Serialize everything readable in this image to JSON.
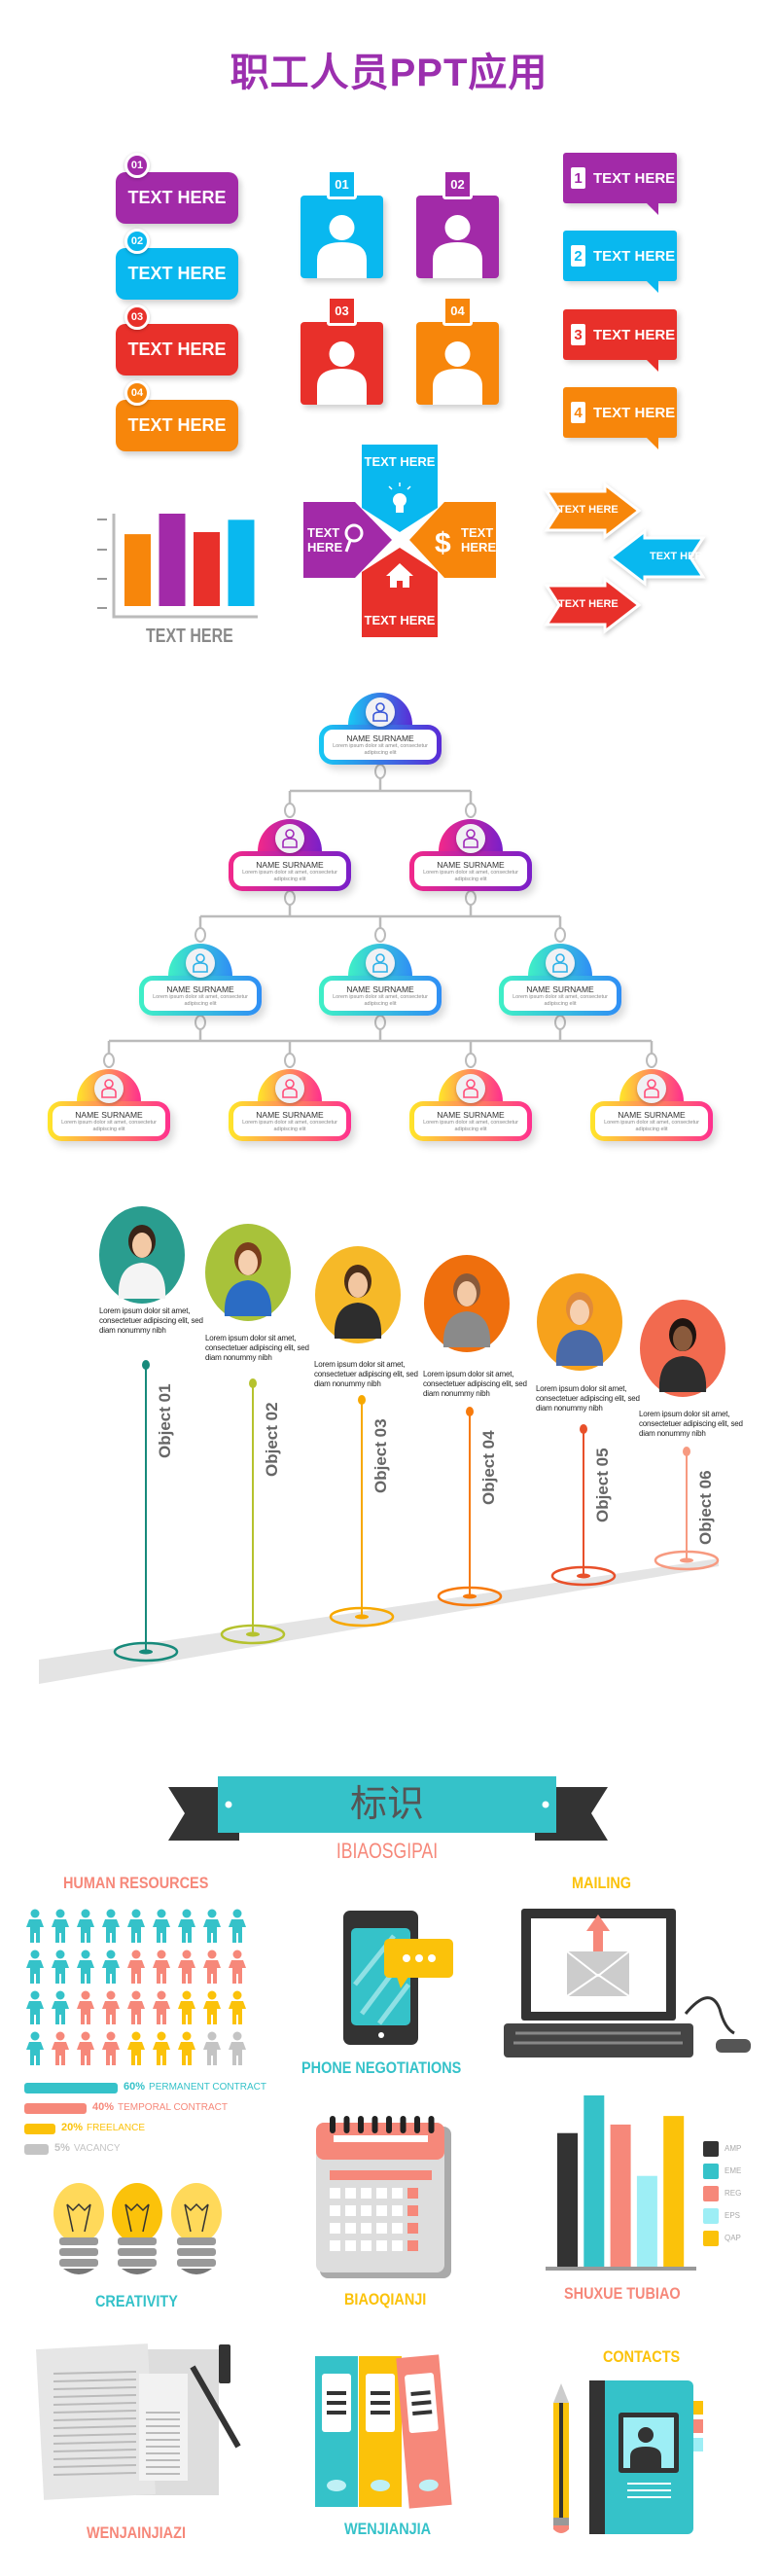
{
  "title": "职工人员PPT应用",
  "numbered_labels": [
    {
      "num": "01",
      "text": "TEXT HERE",
      "color": "#a22aa8"
    },
    {
      "num": "02",
      "text": "TEXT HERE",
      "color": "#09b8ef"
    },
    {
      "num": "03",
      "text": "TEXT HERE",
      "color": "#e8302a"
    },
    {
      "num": "04",
      "text": "TEXT HERE",
      "color": "#f7860b"
    }
  ],
  "person_cards": [
    {
      "num": "01",
      "color": "#09b8ef"
    },
    {
      "num": "02",
      "color": "#a22aa8"
    },
    {
      "num": "03",
      "color": "#e8302a"
    },
    {
      "num": "04",
      "color": "#f7860b"
    }
  ],
  "speech_bubbles": [
    {
      "num": "1",
      "text": "TEXT HERE",
      "color": "#a22aa8"
    },
    {
      "num": "2",
      "text": "TEXT HERE",
      "color": "#09b8ef"
    },
    {
      "num": "3",
      "text": "TEXT HERE",
      "color": "#e8302a"
    },
    {
      "num": "4",
      "text": "TEXT HERE",
      "color": "#f7860b"
    }
  ],
  "bar_chart": {
    "label": "TEXT HERE",
    "values": [
      70,
      90,
      72,
      84
    ],
    "colors": [
      "#f7860b",
      "#a22aa8",
      "#e8302a",
      "#09b8ef"
    ]
  },
  "compass": {
    "top": "TEXT HERE",
    "left": "TEXT HERE",
    "right": "TEXT HERE",
    "bottom": "TEXT HERE"
  },
  "arrows": [
    {
      "text": "TEXT HERE",
      "color": "#f7860b",
      "dir": "right"
    },
    {
      "text": "TEXT HERE",
      "color": "#09b8ef",
      "dir": "left"
    },
    {
      "text": "TEXT HERE",
      "color": "#e8302a",
      "dir": "right"
    }
  ],
  "org_chart": {
    "name": "NAME SURNAME",
    "desc": "Lorem ipsum dolor sit amet, consectetur adipiscing elit",
    "levels": [
      {
        "count": 1,
        "gradient": [
          "#17c9f4",
          "#5a2bd6"
        ],
        "icon": "#3a58d8"
      },
      {
        "count": 2,
        "gradient": [
          "#f2288a",
          "#7a1fc9"
        ],
        "icon": "#a02ab8"
      },
      {
        "count": 3,
        "gradient": [
          "#3ff0c6",
          "#2f8ef5"
        ],
        "icon": "#2fb2e8"
      },
      {
        "count": 4,
        "gradient": [
          "#ffe629",
          "#ff2f8e"
        ],
        "icon": "#ff4f7a"
      }
    ]
  },
  "timeline": [
    {
      "label": "Object 01",
      "text": "Lorem ipsum dolor sit amet, consectetuer adipiscing elit, sed diam nonummy nibh",
      "color": "#178a7b",
      "bg": "#2a9d8f"
    },
    {
      "label": "Object 02",
      "text": "Lorem ipsum dolor sit amet, consectetuer adipiscing elit, sed diam nonummy nibh",
      "color": "#b5c22e",
      "bg": "#a8c23a"
    },
    {
      "label": "Object 03",
      "text": "Lorem ipsum dolor sit amet, consectetuer adipiscing elit, sed diam nonummy nibh",
      "color": "#f7a800",
      "bg": "#f6b928"
    },
    {
      "label": "Object 04",
      "text": "Lorem ipsum dolor sit amet, consectetuer adipiscing elit, sed diam nonummy nibh",
      "color": "#f77a0c",
      "bg": "#ef6f0d"
    },
    {
      "label": "Object 05",
      "text": "Lorem ipsum dolor sit amet, consectetuer adipiscing elit, sed diam nonummy nibh",
      "color": "#e8502a",
      "bg": "#f7a21c"
    },
    {
      "label": "Object 06",
      "text": "Lorem ipsum dolor sit amet, consectetuer adipiscing elit, sed diam nonummy nibh",
      "color": "#f79a80",
      "bg": "#f26a4f"
    }
  ],
  "icons": {
    "banner_title": "标识",
    "banner_subtitle": "IBIAOSGIPAI",
    "human_resources": {
      "title": "HUMAN RESOURCES",
      "grid": [
        [
          "t",
          "t",
          "t",
          "t",
          "t",
          "t",
          "t",
          "t",
          "t"
        ],
        [
          "t",
          "t",
          "t",
          "t",
          "s",
          "s",
          "s",
          "s",
          "s"
        ],
        [
          "t",
          "t",
          "s",
          "s",
          "s",
          "s",
          "y",
          "y",
          "y"
        ],
        [
          "t",
          "s",
          "s",
          "s",
          "y",
          "y",
          "y",
          "g",
          "g"
        ]
      ],
      "stats": [
        {
          "pct": "60%",
          "label": "PERMANENT CONTRACT",
          "value": 60,
          "color": "#35c2c9"
        },
        {
          "pct": "40%",
          "label": "TEMPORAL CONTRACT",
          "value": 40,
          "color": "#f6887a"
        },
        {
          "pct": "20%",
          "label": "FREELANCE",
          "value": 20,
          "color": "#fbc20a"
        },
        {
          "pct": "5%",
          "label": "VACANCY",
          "value": 5,
          "color": "#c4c4c4"
        }
      ]
    },
    "phone": "PHONE NEGOTIATIONS",
    "mailing": "MAILING",
    "creativity": "CREATIVITY",
    "calendar": "BIAOQIANJI",
    "chart": {
      "title": "SHUXUE TUBIAO",
      "legend": [
        "AMP",
        "EME",
        "REG",
        "EPS",
        "QAP"
      ],
      "values": [
        78,
        100,
        83,
        53,
        88
      ],
      "colors": [
        "#333333",
        "#35c2c9",
        "#f6887a",
        "#9deef5",
        "#fbc20a"
      ]
    },
    "documents": "WENJAINJIAZI",
    "folders": "WENJIANJIA",
    "contacts": "CONTACTS"
  },
  "colors": {
    "teal": "#35c2c9",
    "salmon": "#f6887a",
    "yellow": "#fbc20a",
    "dark": "#333333"
  }
}
